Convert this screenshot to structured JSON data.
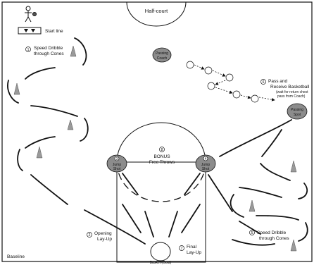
{
  "labels": {
    "half_court": "Half-court",
    "start_line": "Start line",
    "baseline": "Baseline",
    "basket": "Basket (Goal)"
  },
  "stations": [
    {
      "num": "1",
      "line1": "Speed Dribble",
      "line2": "through Cones"
    },
    {
      "num": "2",
      "line1": "Opening",
      "line2": "Lay-Up"
    },
    {
      "num": "3",
      "line1": "Jump",
      "line2": "Shot"
    },
    {
      "num": "4",
      "line1": "Jump",
      "line2": "Shot"
    },
    {
      "num": "5",
      "line1": "Speed Dribble",
      "line2": "through Cones"
    },
    {
      "num": "6",
      "line1": "Pass and",
      "line2": "Receive Basketball",
      "line3": "(wait for return chest",
      "line4": "pass from Coach)"
    },
    {
      "num": "7",
      "line1": "Final",
      "line2": "Lay-Up"
    },
    {
      "num": "8",
      "line1": "BONUS",
      "line2": "Free Throws"
    }
  ],
  "spots": {
    "passing_coach": {
      "line1": "Passing",
      "line2": "Coach"
    },
    "passing_spot": {
      "line1": "Passing",
      "line2": "Spot"
    }
  },
  "colors": {
    "spot_fill": "#8c8c8c",
    "cone_fill": "#9a9a9a",
    "line": "#111111"
  }
}
